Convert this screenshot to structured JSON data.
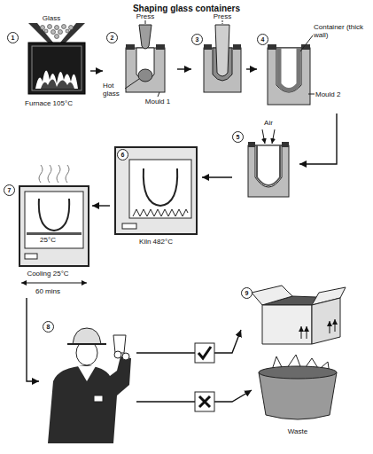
{
  "diagram": {
    "title": "Shaping glass containers",
    "nodes": [
      {
        "text": [
          "1",
          "Glass",
          "Furnace 105°C"
        ]
      },
      {
        "text": [
          "2",
          "Press",
          "Hot glass",
          "Mould 1"
        ]
      },
      {
        "text": [
          "3",
          "Press"
        ]
      },
      {
        "text": [
          "4",
          "Container (thick wall)",
          "Mould 2"
        ]
      },
      {
        "text": [
          "5",
          "Air"
        ]
      },
      {
        "text": [
          "6",
          "Kiln 482°C"
        ]
      },
      {
        "text": [
          "7",
          "25°C",
          "Cooling 25°C",
          "60 mins"
        ]
      },
      {
        "text": [
          "8"
        ]
      },
      {
        "text": [
          "9"
        ]
      },
      {
        "text": [
          "Waste"
        ]
      }
    ],
    "edges": [
      {
        "from": 0,
        "to": 1,
        "arrow": "to"
      },
      {
        "from": 1,
        "to": 2,
        "arrow": "to"
      },
      {
        "from": 2,
        "to": 3,
        "arrow": "to"
      },
      {
        "from": 3,
        "to": 4,
        "arrow": "to"
      },
      {
        "from": 4,
        "to": 5,
        "arrow": "to"
      },
      {
        "from": 5,
        "to": 6,
        "arrow": "to"
      },
      {
        "from": 6,
        "to": 7,
        "arrow": "to"
      },
      {
        "from": 7,
        "to": 8,
        "arrow": "to"
      },
      {
        "from": 7,
        "to": 9,
        "arrow": "to"
      }
    ]
  }
}
